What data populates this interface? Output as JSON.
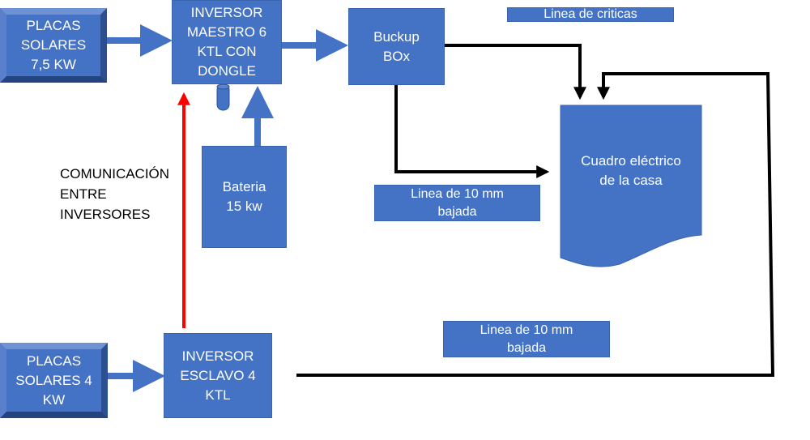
{
  "nodes": {
    "placas_solares_1": "PLACAS\nSOLARES\n7,5 KW",
    "inversor_maestro": "INVERSOR\nMAESTRO 6\nKTL CON\nDONGLE",
    "buckup_box": "Buckup\nBOx",
    "linea_criticas": "Linea de criticas",
    "bateria": "Bateria\n15 kw",
    "cuadro_electrico": "Cuadro eléctrico\nde la casa",
    "linea_10mm_1": "Linea de 10 mm\nbajada",
    "linea_10mm_2": "Linea de 10 mm\nbajada",
    "placas_solares_2": "PLACAS\nSOLARES 4\nKW",
    "inversor_esclavo": "INVERSOR\nESCLAVO 4\nKTL"
  },
  "annotations": {
    "comunicacion": "COMUNICACIÓN\nENTRE\nINVERSORES"
  },
  "colors": {
    "shape_fill": "#4472c4",
    "comm_arrow": "#ff0000",
    "wire": "#000000"
  }
}
